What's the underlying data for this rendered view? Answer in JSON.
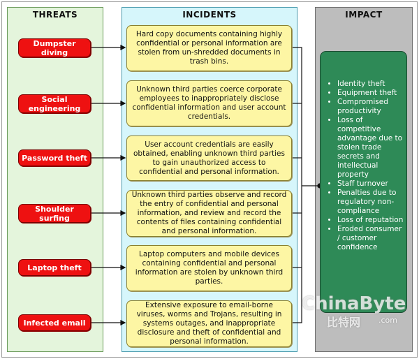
{
  "columns": {
    "threats_title": "THREATS",
    "incidents_title": "INCIDENTS",
    "impact_title": "IMPACT"
  },
  "threats": [
    "Dumpster diving",
    "Social engineering",
    "Password theft",
    "Shoulder surfing",
    "Laptop theft",
    "Infected email"
  ],
  "incidents": [
    "Hard copy documents containing highly confidential or personal information are stolen from un-shredded documents in trash bins.",
    "Unknown third parties coerce corporate employees to inappropriately disclose confidential information and user account credentials.",
    "User account credentials are easily obtained, enabling unknown third parties to gain unauthorized access to confidential and personal information.",
    "Unknown third parties observe and record the entry of confidential and personal information, and review and record the contents of files containing confidential and personal information.",
    "Laptop computers and mobile devices containing confidential and personal information are stolen by unknown third parties.",
    "Extensive exposure to email-borne viruses, worms and Trojans, resulting in systems outages, and inappropriate disclosure and theft of confidential and personal information."
  ],
  "impacts": [
    "Identity theft",
    "Equipment theft",
    "Compromised productivity",
    "Loss of competitive advantage due to stolen trade secrets and intellectual property",
    "Staff turnover",
    "Penalties due to regulatory non-compliance",
    "Loss of reputation",
    "Eroded consumer / customer confidence"
  ],
  "watermark": {
    "main": "ChinaByte",
    "sub": "比特网",
    "com": ".com"
  },
  "colors": {
    "threat_fill": "#ee1111",
    "incident_fill": "#fdf6a4",
    "impact_fill": "#2e8a57",
    "threats_bg": "#e4f5dc",
    "incidents_bg": "#d6f6fb",
    "impact_bg": "#bdbdbd"
  }
}
